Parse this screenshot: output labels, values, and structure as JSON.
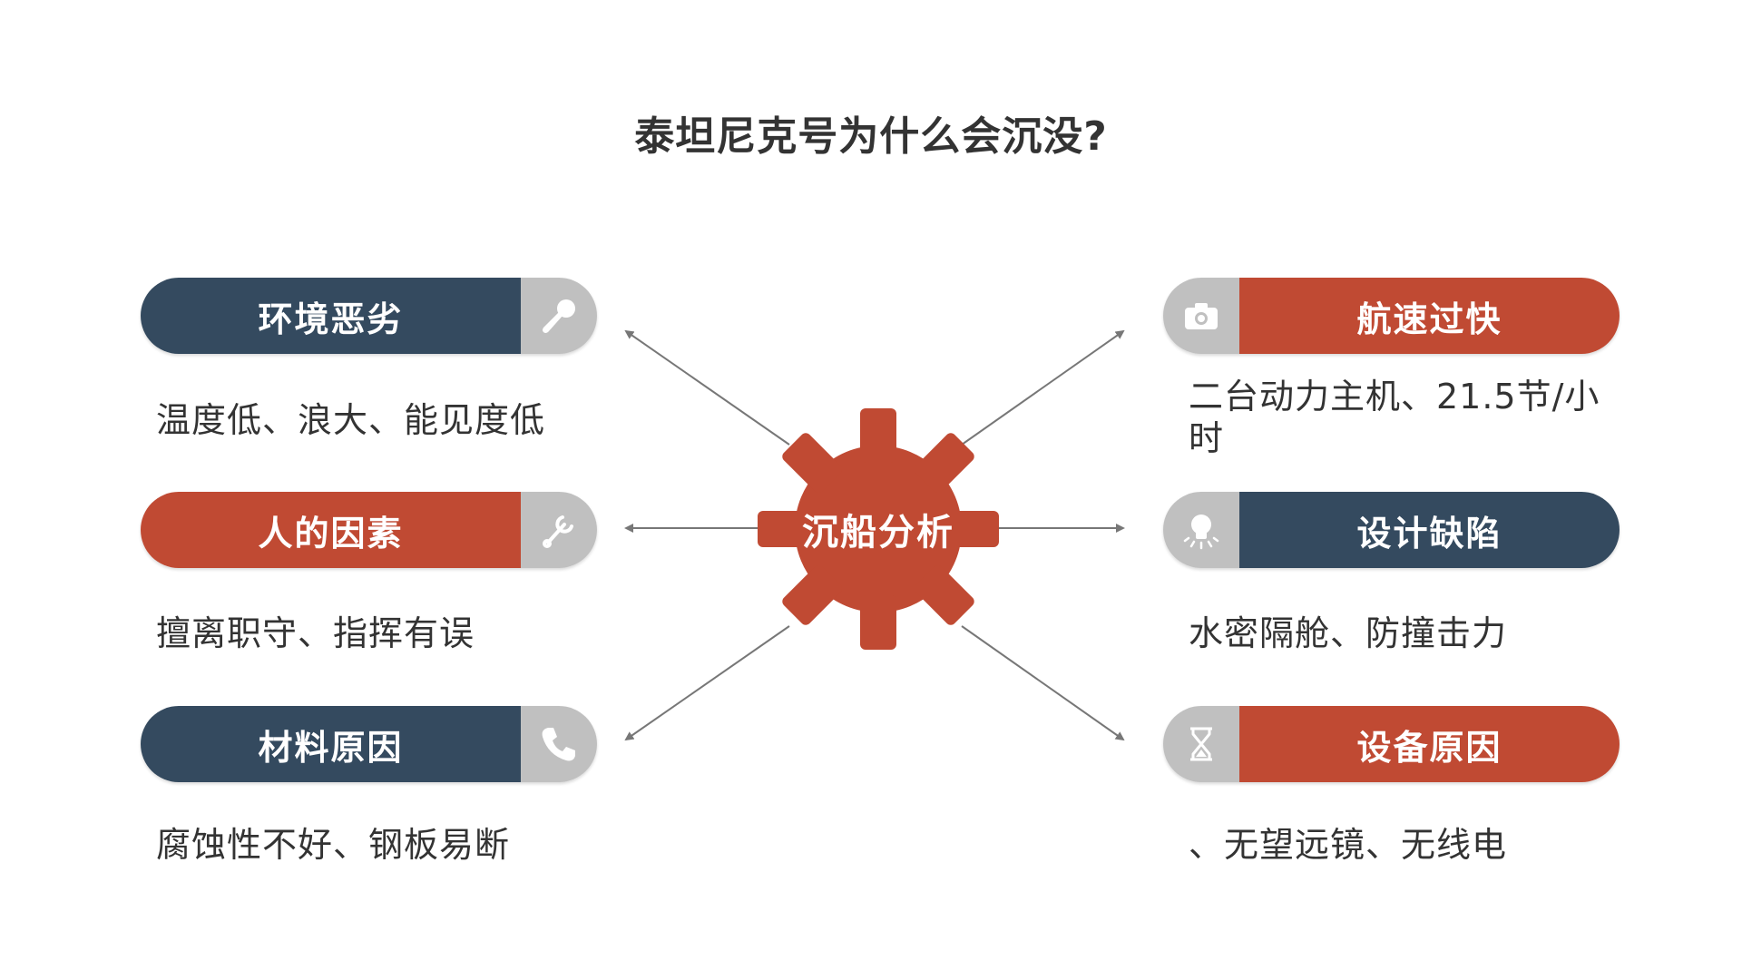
{
  "title": "泰坦尼克号为什么会沉没?",
  "center": {
    "label": "沉船分析"
  },
  "colors": {
    "navy": "#344a5f",
    "red": "#c04a33",
    "icon_bg": "#c0c0c0"
  },
  "left": [
    {
      "label": "环境恶劣",
      "desc": "温度低、浪大、能见度低",
      "icon": "microphone-icon",
      "color": "navy"
    },
    {
      "label": "人的因素",
      "desc": "擅离职守、指挥有误",
      "icon": "wrench-icon",
      "color": "red"
    },
    {
      "label": "材料原因",
      "desc": "腐蚀性不好、钢板易断",
      "icon": "phone-icon",
      "color": "navy"
    }
  ],
  "right": [
    {
      "label": "航速过快",
      "desc": "二台动力主机、21.5节/小时",
      "icon": "camera-icon",
      "color": "red"
    },
    {
      "label": "设计缺陷",
      "desc": "水密隔舱、防撞击力",
      "icon": "lightbulb-icon",
      "color": "navy"
    },
    {
      "label": "设备原因",
      "desc": "、无望远镜、无线电",
      "icon": "hourglass-icon",
      "color": "red"
    }
  ]
}
